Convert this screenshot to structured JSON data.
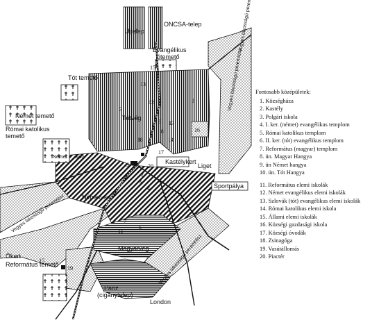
{
  "map": {
    "labels": {
      "oncsa": "ONCSA-telep",
      "ujtelep": "Újtelep",
      "evang_temeto_1": "Evangélikus",
      "evang_temeto_2": "ótemető",
      "tot_temeto": "Tót temető",
      "nemet_temeto": "Német temető",
      "romai_temeto_1": "Római katolikus",
      "romai_temeto_2": "temető",
      "totveg": "Tótvég",
      "kastelykert": "Kastélykert",
      "liget": "Liget",
      "sportpalya": "Sportpálya",
      "nemetveg": "Németvég",
      "magyarveg": "Magyarvég",
      "okert": "Ökert",
      "ref_temeto": "Református temető",
      "paris_1": "Páriz",
      "paris_2": "(cigánytelep)",
      "london": "London",
      "vegyes_1": "Vegyes lakosságú peremrész",
      "vegyes_2": "Vegyes lakosságú peremrész",
      "vegyes_3": "Vegyes lakosságú peremrész",
      "vegyes_4": "Vegyes lakosságú peremrész",
      "nemet": "Német",
      "aldo": "áldó",
      "n1": "1",
      "n2": "2",
      "n3": "3",
      "n3b": "3",
      "n4": "4",
      "n5": "5",
      "n6": "6",
      "n7": "7",
      "n8": "8",
      "n9": "9",
      "n10": "10",
      "n11": "11",
      "n12": "12",
      "n13": "13",
      "n14": "14",
      "n15": "15",
      "n15b": "15",
      "n16": "16",
      "n17": "17",
      "n18": "18",
      "n19": "19",
      "n20": "20"
    }
  },
  "legend": {
    "title": "Fontosabb középületek:",
    "items_a": [
      "1. Községháza",
      "2. Kastély",
      "3. Polgári iskola",
      "4. I. ker. (német) evangélikus templom",
      "5. Római katolikus templom",
      "6. II. ker. (tót) evangélikus templom",
      "7. Református (magyar) templom",
      "8. ün. Magyar Hangya",
      "9. ün Német hangya",
      "10. ün. Tót Hangya"
    ],
    "items_b": [
      "11. Református elemi iskolák",
      "12. Német evangélikus elemi iskolák",
      "13. Szlovák (tót) evangélikus elemi iskolák",
      "14. Római katolikus elemi iskola",
      "15. Állami elemi iskolák",
      "16. Községi gazdasági iskola",
      "17. Községi óvodák",
      "18. Zsinagóga",
      "19. Vasútállomás",
      "20. Piactér"
    ]
  },
  "colors": {
    "ink": "#111111",
    "paper": "#ffffff"
  }
}
